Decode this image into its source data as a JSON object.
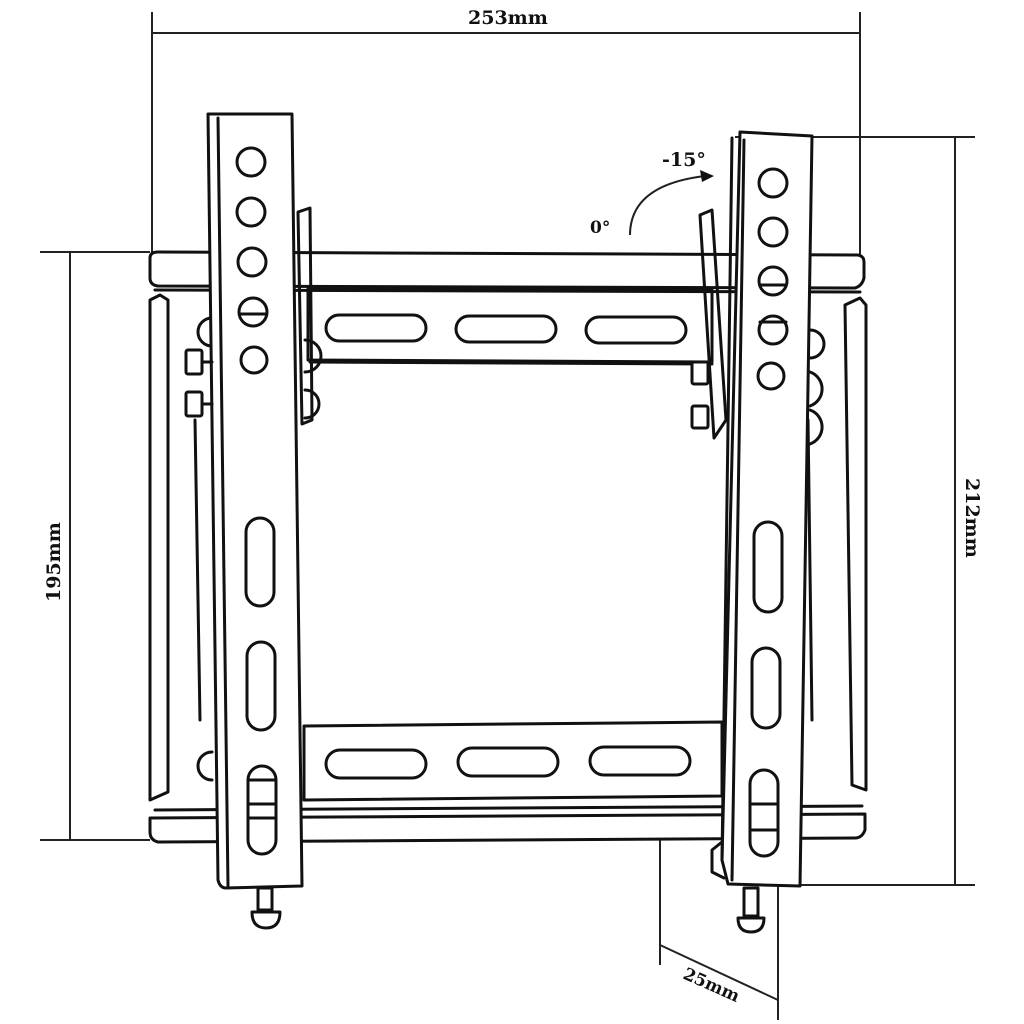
{
  "drawing": {
    "subject": "Tilting TV wall mount bracket",
    "dimensions": {
      "width": "253mm",
      "height_frame": "195mm",
      "height_total": "212mm",
      "depth": "25mm"
    },
    "tilt": {
      "start_angle": "0°",
      "end_angle": "-15°"
    },
    "colors": {
      "line": "#111111",
      "background": "#ffffff"
    }
  }
}
